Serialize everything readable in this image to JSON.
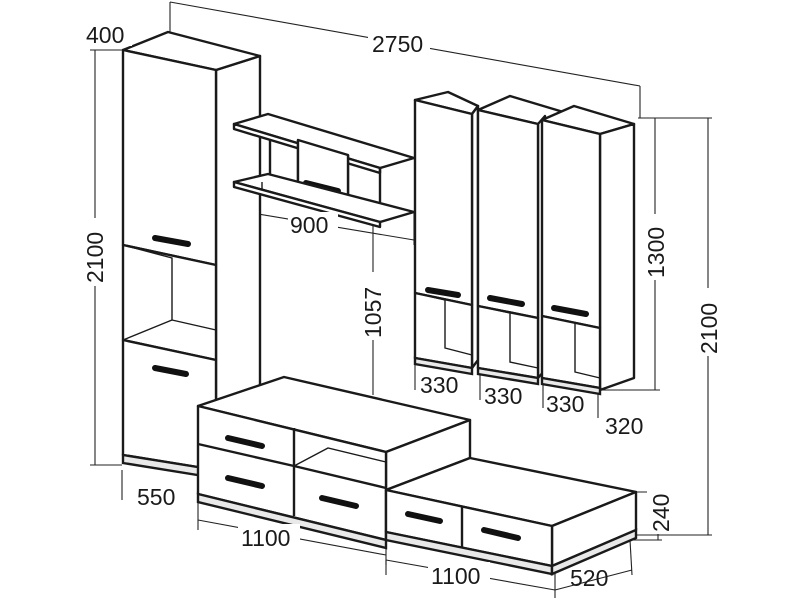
{
  "dimensions": {
    "depth_tall": "400",
    "total_width": "2750",
    "height_left": "2100",
    "shelf_width": "900",
    "shelf_height": "1057",
    "cabinet_height": "1300",
    "height_right": "2100",
    "cabinet_width_1": "330",
    "cabinet_width_2": "330",
    "cabinet_width_3": "330",
    "cabinet_depth": "320",
    "tall_width": "550",
    "tv_width_1": "1100",
    "tv_width_2": "1100",
    "tv_depth": "520",
    "tv_height": "240"
  }
}
